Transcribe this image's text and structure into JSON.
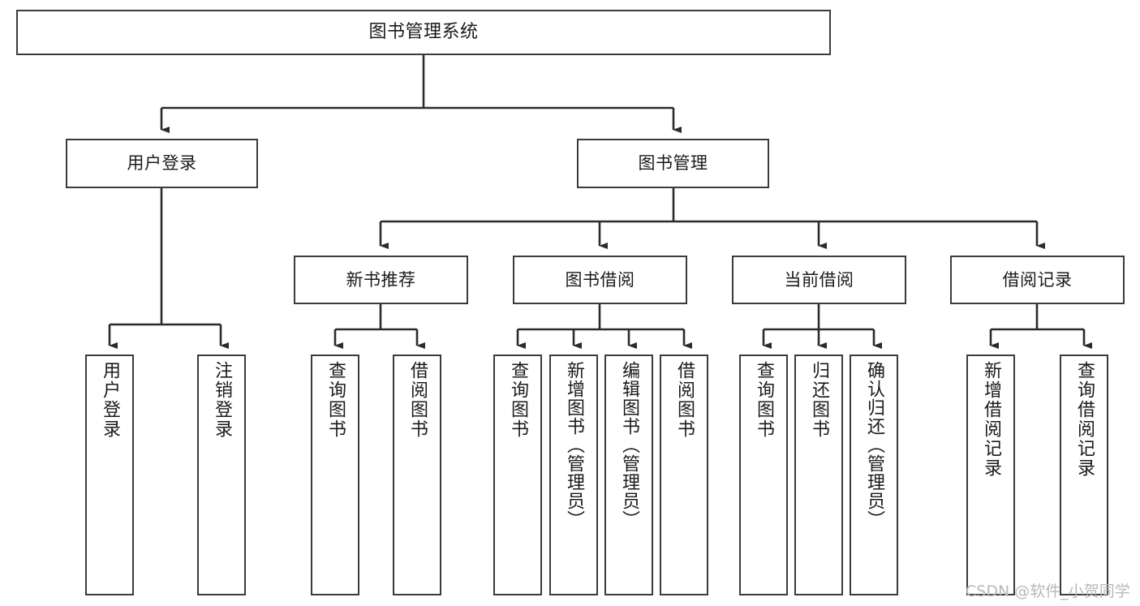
{
  "diagram": {
    "type": "tree",
    "title": "图书管理系统",
    "watermark": "CSDN @软件_小贺同学",
    "colors": {
      "box_border": "#3b3b3b",
      "box_fill": "#ffffff",
      "connector": "#2b2b2b",
      "text": "#1b1b1b",
      "watermark": "#b9b9b9",
      "background": "#ffffff"
    },
    "levels": {
      "root": {
        "label": "图书管理系统"
      },
      "level2": [
        {
          "id": "user-login",
          "label": "用户登录"
        },
        {
          "id": "book-manage",
          "label": "图书管理"
        }
      ],
      "level3": [
        {
          "id": "new-book-rec",
          "label": "新书推荐",
          "parent": "book-manage"
        },
        {
          "id": "book-borrow",
          "label": "图书借阅",
          "parent": "book-manage"
        },
        {
          "id": "current-borrow",
          "label": "当前借阅",
          "parent": "book-manage"
        },
        {
          "id": "borrow-record",
          "label": "借阅记录",
          "parent": "book-manage"
        }
      ],
      "leaves": {
        "user-login": [
          {
            "id": "leaf-user-login",
            "label": "用户登录"
          },
          {
            "id": "leaf-user-logout",
            "label": "注销登录"
          }
        ],
        "new-book-rec": [
          {
            "id": "leaf-query-book-1",
            "label": "查询图书"
          },
          {
            "id": "leaf-borrow-book-1",
            "label": "借阅图书"
          }
        ],
        "book-borrow": [
          {
            "id": "leaf-query-book-2",
            "label": "查询图书"
          },
          {
            "id": "leaf-add-book",
            "label": "新增图书（管理员）"
          },
          {
            "id": "leaf-edit-book",
            "label": "编辑图书（管理员）"
          },
          {
            "id": "leaf-borrow-book-2",
            "label": "借阅图书"
          }
        ],
        "current-borrow": [
          {
            "id": "leaf-query-book-3",
            "label": "查询图书"
          },
          {
            "id": "leaf-return-book",
            "label": "归还图书"
          },
          {
            "id": "leaf-confirm-return",
            "label": "确认归还（管理员）"
          }
        ],
        "borrow-record": [
          {
            "id": "leaf-add-record",
            "label": "新增借阅记录"
          },
          {
            "id": "leaf-query-record",
            "label": "查询借阅记录"
          }
        ]
      }
    }
  }
}
